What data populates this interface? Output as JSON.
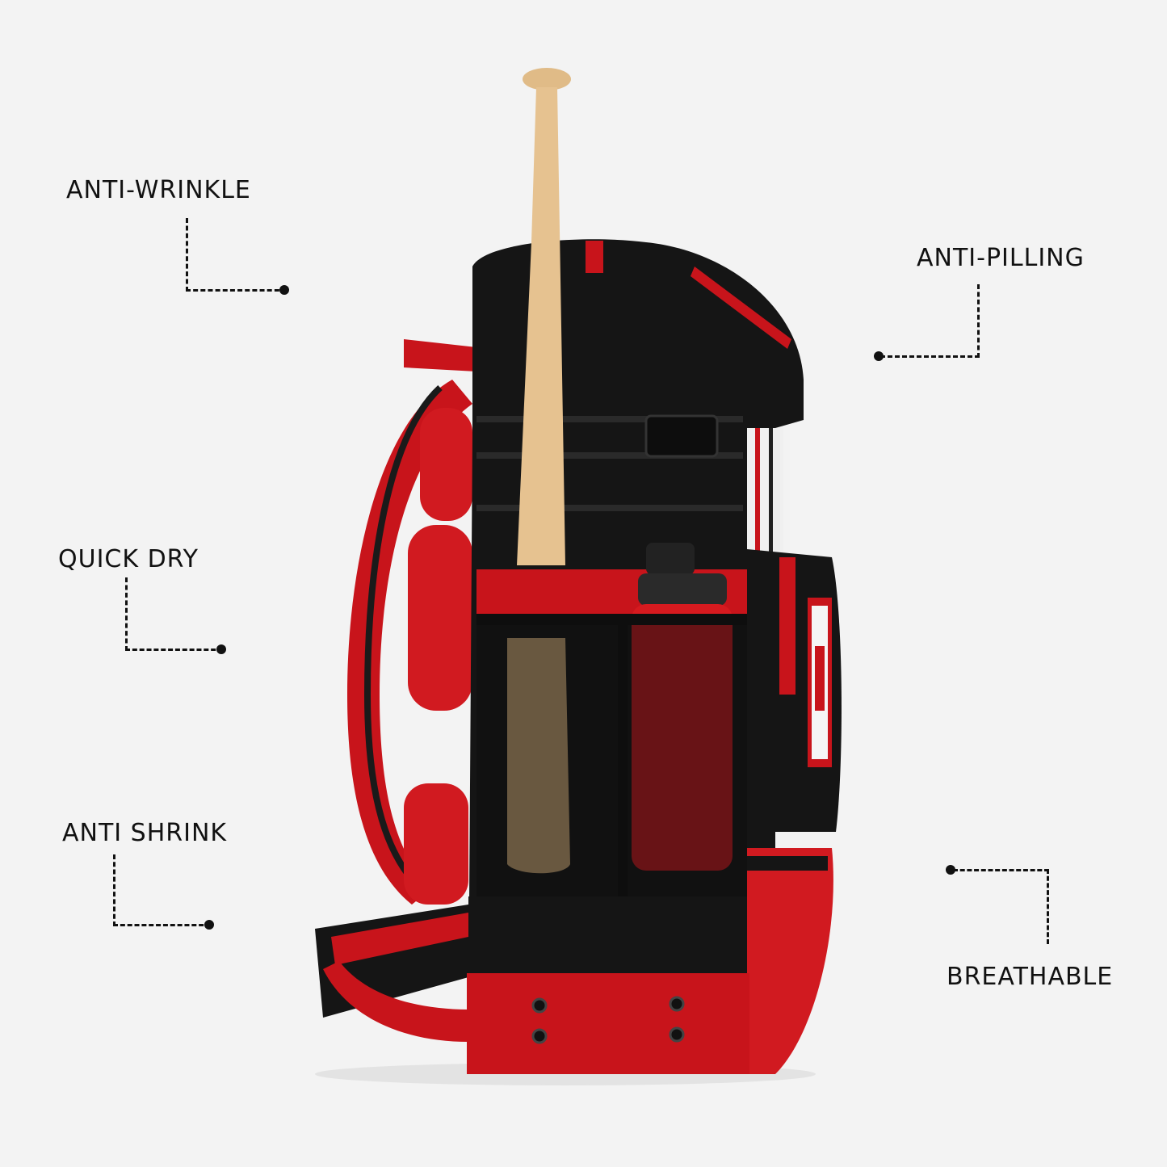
{
  "features": [
    {
      "label": "ANTI-WRINKLE"
    },
    {
      "label": "ANTI-PILLING"
    },
    {
      "label": "QUICK DRY"
    },
    {
      "label": "ANTI SHRINK"
    },
    {
      "label": "BREATHABLE"
    }
  ],
  "product": {
    "name": "baseball-backpack-with-bat-and-bottle"
  },
  "colors": {
    "background": "#f3f3f3",
    "bag_black": "#151515",
    "bag_red": "#c8141b",
    "bat_wood": "#e3bf8d",
    "text": "#111111"
  }
}
